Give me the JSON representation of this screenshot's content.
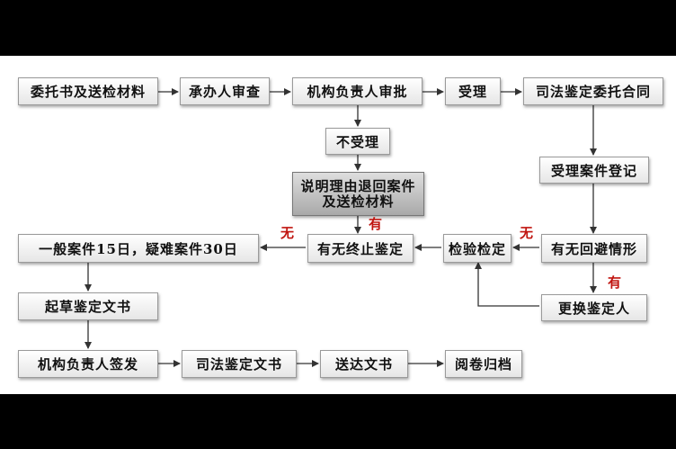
{
  "nodes": {
    "n1": "委托书及送检材料",
    "n2": "承办人审查",
    "n3": "机构负责人审批",
    "n4": "受理",
    "n5": "司法鉴定委托合同",
    "n6": "不受理",
    "n7_line1": "说明理由退回案件",
    "n7_line2": "及送检材料",
    "n8": "受理案件登记",
    "n9": "一般案件15日，疑难案件30日",
    "n10": "有无终止鉴定",
    "n11": "检验检定",
    "n12": "有无回避情形",
    "n13": "更换鉴定人",
    "n14": "起草鉴定文书",
    "n15": "机构负责人签发",
    "n16": "司法鉴定文书",
    "n17": "送达文书",
    "n18": "阅卷归档"
  },
  "labels": {
    "no_terminate": "无",
    "yes_terminate": "有",
    "no_avoid": "无",
    "yes_avoid": "有"
  },
  "colors": {
    "label_red": "#c0140f",
    "arrow": "#333333"
  }
}
